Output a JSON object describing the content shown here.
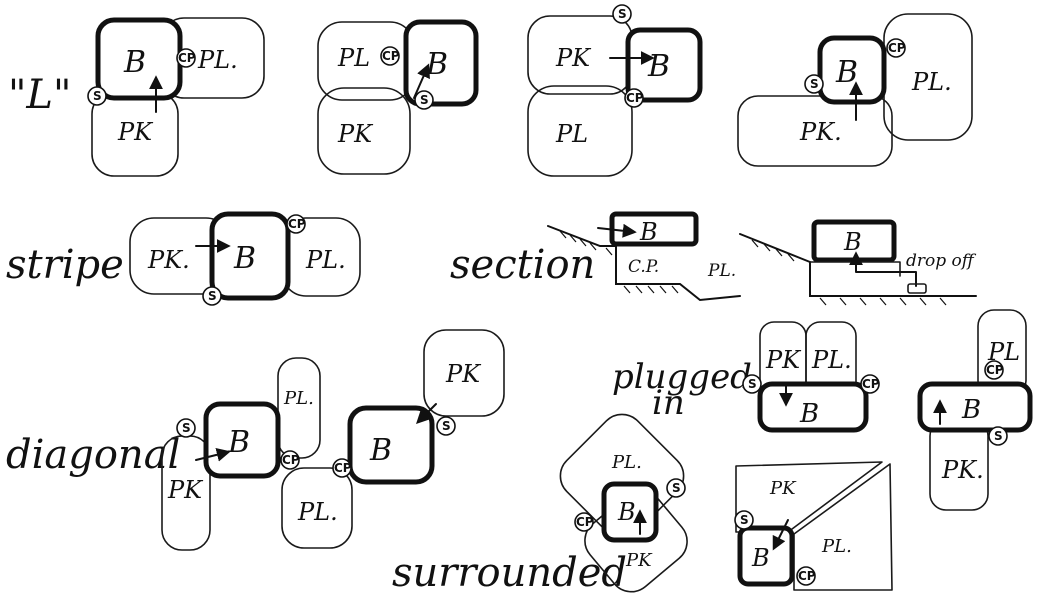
{
  "labels": {
    "L": "\"L\"",
    "stripe": "stripe",
    "section": "section",
    "diagonal": "diagonal",
    "plugged": "plugged",
    "in": "in",
    "surrounded": "surrounded",
    "drop_off": "drop off"
  },
  "abbrev": {
    "building": "B",
    "parking": "PK",
    "parking_alt": "PK.",
    "plaza": "PL",
    "plaza_alt": "PL.",
    "car_park": "C.P.",
    "service": "S",
    "cp": "CP"
  }
}
